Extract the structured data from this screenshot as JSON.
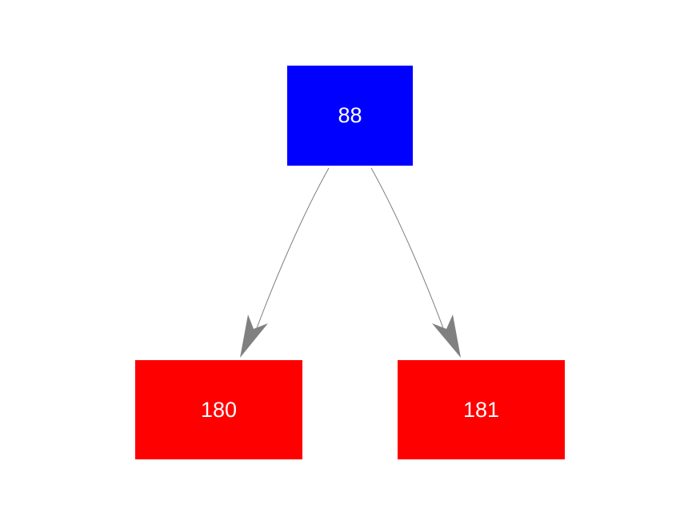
{
  "colors": {
    "root_fill": "#0000ff",
    "child_fill": "#ff0000",
    "edge": "#808080",
    "label": "#ffffff"
  },
  "nodes": {
    "root": {
      "label": "88"
    },
    "left": {
      "label": "180"
    },
    "right": {
      "label": "181"
    }
  },
  "edges": [
    {
      "from": "88",
      "to": "180"
    },
    {
      "from": "88",
      "to": "181"
    }
  ]
}
